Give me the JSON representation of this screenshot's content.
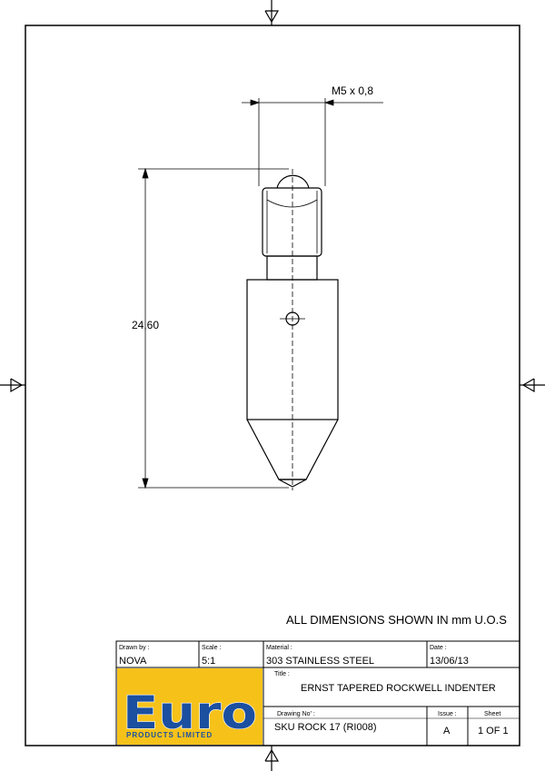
{
  "note": "ALL DIMENSIONS SHOWN IN mm U.O.S",
  "dimensions": {
    "thread": "M5 x 0,8",
    "length": "24,60"
  },
  "title_block": {
    "drawn_by": {
      "label": "Drawn by :",
      "value": "NOVA"
    },
    "scale": {
      "label": "Scale :",
      "value": "5:1"
    },
    "material": {
      "label": "Material :",
      "value": "303 STAINLESS STEEL"
    },
    "date": {
      "label": "Date :",
      "value": "13/06/13"
    },
    "title": {
      "label": "Title :",
      "value": "ERNST TAPERED ROCKWELL INDENTER"
    },
    "drawing_no": {
      "label": "Drawing No' :",
      "value": "SKU ROCK 17 (RI008)"
    },
    "issue": {
      "label": "Issue :",
      "value": "A"
    },
    "sheet": {
      "label": "Sheet",
      "value": "1 OF 1"
    }
  },
  "logo": {
    "name": "Euro",
    "tagline": "PRODUCTS LIMITED",
    "background_color": "#f6c21a",
    "text_color": "#1b4fa0"
  }
}
